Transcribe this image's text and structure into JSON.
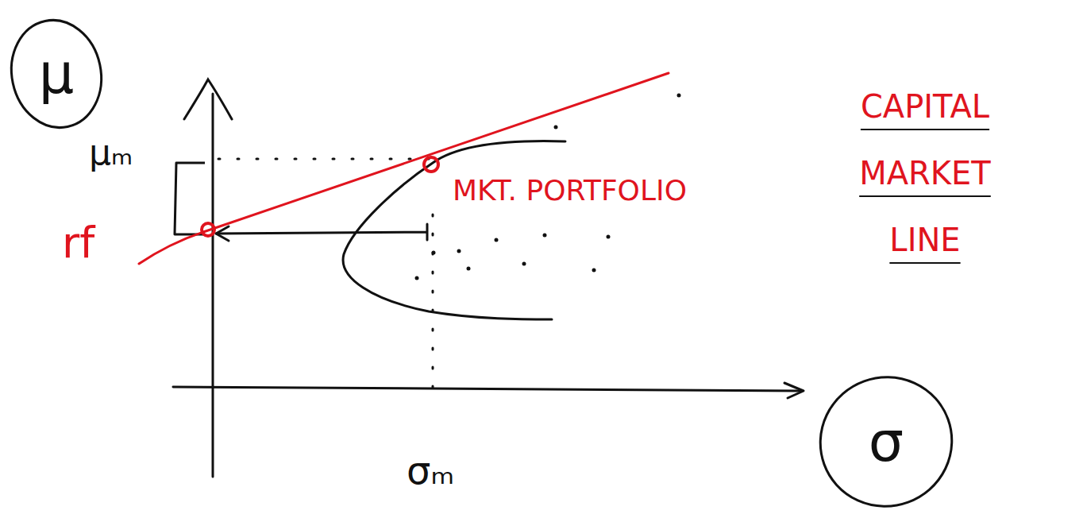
{
  "diagram": {
    "nodes": [
      {
        "text": [
          "μ"
        ]
      },
      {
        "text": [
          "σ"
        ]
      }
    ],
    "labels": [
      "μₘ",
      "rf",
      "MKT. PORTFOLIO",
      "CAPITAL MARKET LINE",
      "σₘ"
    ]
  }
}
